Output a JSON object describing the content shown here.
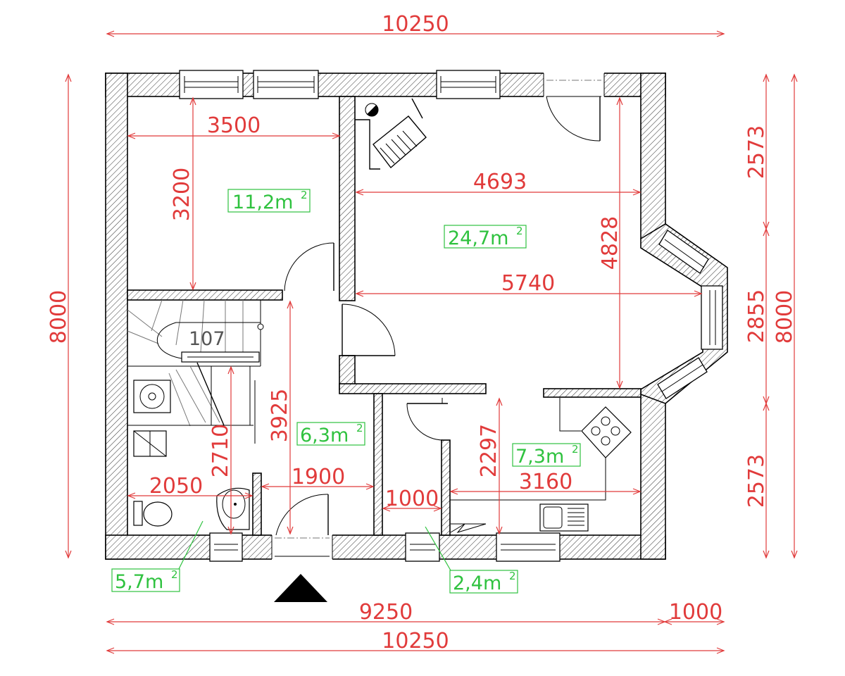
{
  "dimensions": {
    "top_total": "10250",
    "bottom_main": "9250",
    "bottom_bay": "1000",
    "bottom_total": "10250",
    "left_total": "8000",
    "right_total": "8000",
    "right_top": "2573",
    "right_middle": "2855",
    "right_bottom": "2573",
    "room_nw_width": "3500",
    "room_nw_depth": "3200",
    "living_width_upper": "4693",
    "living_width_lower": "5740",
    "living_depth": "4828",
    "hall_length": "3925",
    "hall_width": "1900",
    "bath_length": "2710",
    "bath_width": "2050",
    "storage_width": "1000",
    "kitchen_width": "3160",
    "kitchen_depth": "2297"
  },
  "areas": {
    "room_nw": {
      "value": "11,2m",
      "sup": "2"
    },
    "living": {
      "value": "24,7m",
      "sup": "2"
    },
    "hall": {
      "value": "6,3m",
      "sup": "2"
    },
    "kitchen": {
      "value": "7,3m",
      "sup": "2"
    },
    "bath": {
      "value": "5,7m",
      "sup": "2"
    },
    "storage": {
      "value": "2,4m",
      "sup": "2"
    }
  },
  "labels": {
    "stair_number": "107"
  },
  "colors": {
    "dimension": "#e13b3b",
    "area": "#2fc23f",
    "wall": "#000000"
  },
  "icons": {
    "entrance": "entrance-triangle-icon",
    "chimney": "chimney-icon"
  }
}
